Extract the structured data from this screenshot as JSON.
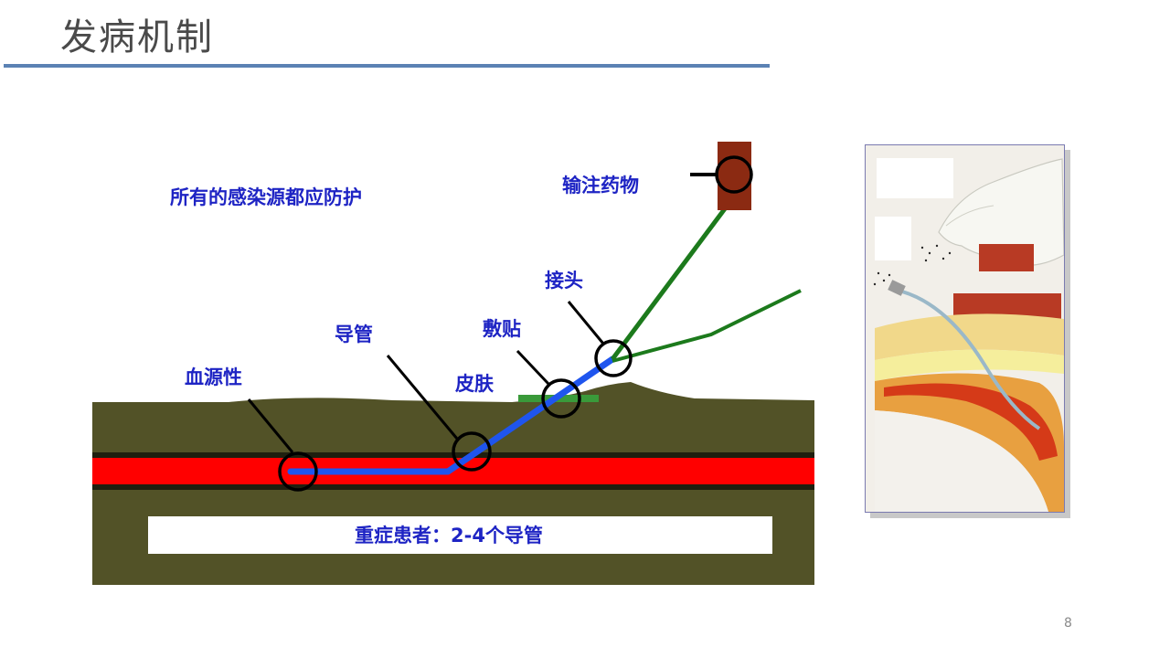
{
  "slide": {
    "title": "发病机制",
    "page_number": "8"
  },
  "diagram": {
    "labels": {
      "protect_all": "所有的感染源都应防护",
      "infusion": "输注药物",
      "connector": "接头",
      "catheter": "导管",
      "dressing": "敷贴",
      "skin": "皮肤",
      "bloodstream": "血源性",
      "patients": "重症患者：2-4个导管"
    },
    "colors": {
      "tissue": "#525227",
      "vessel": "#ff0000",
      "vessel_wall": "#1f1f0f",
      "catheter": "#1f55ee",
      "tubing": "#1c7a1c",
      "dressing": "#3a9a3a",
      "drug_bag": "#8b2a12",
      "circle": "#000000",
      "label": "#1e24c4"
    },
    "icons": [
      "catheter-illustration"
    ]
  }
}
